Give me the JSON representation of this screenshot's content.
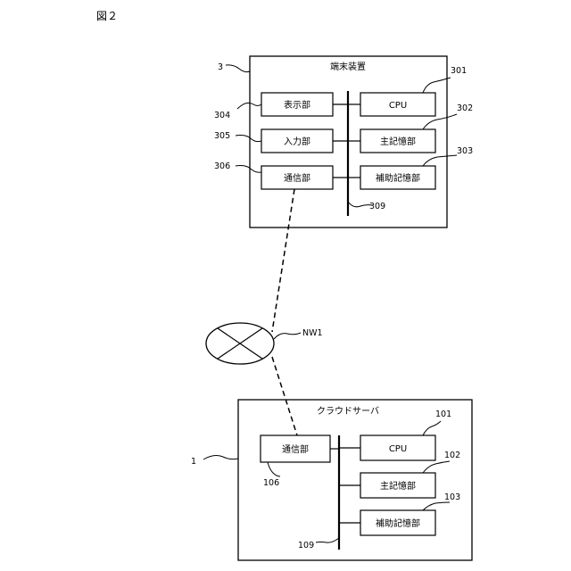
{
  "figure": {
    "label": "図２"
  },
  "terminal": {
    "title": "端末装置",
    "ref": "3",
    "bus_ref": "309",
    "left_blocks": [
      {
        "label": "表示部",
        "ref": "304"
      },
      {
        "label": "入力部",
        "ref": "305"
      },
      {
        "label": "通信部",
        "ref": "306"
      }
    ],
    "right_blocks": [
      {
        "label": "CPU",
        "ref": "301"
      },
      {
        "label": "主記憶部",
        "ref": "302"
      },
      {
        "label": "補助記憶部",
        "ref": "303"
      }
    ]
  },
  "network": {
    "ref": "NW1"
  },
  "cloud": {
    "title": "クラウドサーバ",
    "ref": "1",
    "bus_ref": "109",
    "left_blocks": [
      {
        "label": "通信部",
        "ref": "106"
      }
    ],
    "right_blocks": [
      {
        "label": "CPU",
        "ref": "101"
      },
      {
        "label": "主記憶部",
        "ref": "102"
      },
      {
        "label": "補助記憶部",
        "ref": "103"
      }
    ]
  }
}
